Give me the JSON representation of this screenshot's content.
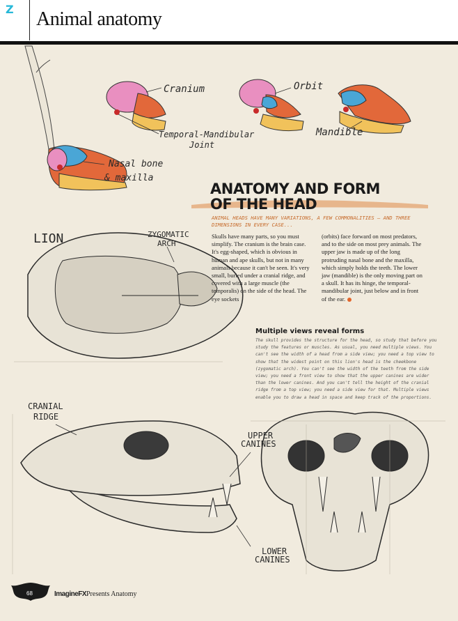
{
  "header": {
    "tab_marker": "Z",
    "section_title": "Animal anatomy"
  },
  "diagram_labels": {
    "cranium": "Cranium",
    "orbit": "Orbit",
    "temporal_mandibular": "Temporal-Mandibular",
    "joint": "Joint",
    "mandible": "Mandible",
    "nasal_bone": "Nasal bone",
    "maxilla": "& maxilla",
    "lion": "LION",
    "zygomatic": "ZYGOMATIC",
    "arch": "ARCH",
    "cranial": "CRANIAL",
    "ridge": "RIDGE",
    "upper": "UPPER",
    "canines_upper": "CANINES",
    "lower": "LOWER",
    "canines_lower": "CANINES"
  },
  "article": {
    "headline_line1": "ANATOMY AND FORM",
    "headline_line2": "OF THE HEAD",
    "standfirst": "Animal heads have many variations, a few commonalities – and three dimensions in every case...",
    "col_left": "Skulls have many parts, so you must simplify. The cranium is the brain case. It's egg-shaped, which is obvious in human and ape skulls, but not in many animals because it can't be seen. It's very small, buried under a cranial ridge, and covered with a large muscle (the temporalis) on the side of the head. The eye sockets",
    "col_right": "(orbits) face forward on most predators, and to the side on most prey animals. The upper jaw is made up of the long protruding nasal bone and the maxilla, which simply holds the teeth. The lower jaw (mandible) is the only moving part on a skull. It has its hinge, the temporal-mandibular joint, just below and in front of the ear."
  },
  "box": {
    "heading": "Multiple views reveal forms",
    "body": "The skull provides the structure for the head, so study that before you study the features or muscles. As usual, you need multiple views. You can't see the width of a head from a side view; you need a top view to show that the widest point on this lion's head is the cheekbone (zygomatic arch). You can't see the width of the teeth from the side view; you need a front view to show that the upper canines are wider than the lower canines. And you can't tell the height of the cranial ridge from a top view; you need a side view for that. Multiple views enable you to draw a head in space and keep track of the proportions."
  },
  "footer": {
    "page_number": "68",
    "brand": "ImagineFX",
    "presents": "Presents Anatomy"
  },
  "colors": {
    "cranium": "#e98fc0",
    "orbit": "#4aa6d6",
    "mandible": "#f1c25b",
    "maxilla": "#e2683a",
    "joint": "#c82a2a",
    "accent": "#e2662b",
    "paper": "#f1ebde"
  }
}
